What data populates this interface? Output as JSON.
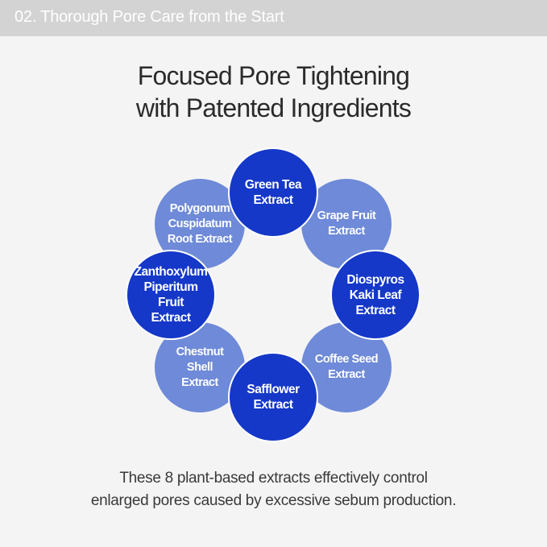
{
  "header": {
    "text": "02. Thorough Pore Care from the Start"
  },
  "title": {
    "line1": "Focused Pore Tightening",
    "line2": "with Patented Ingredients"
  },
  "ingredients": [
    {
      "label": "Green Tea\nExtract"
    },
    {
      "label": "Grape Fruit\nExtract"
    },
    {
      "label": "Diospyros\nKaki Leaf\nExtract"
    },
    {
      "label": "Coffee Seed\nExtract"
    },
    {
      "label": "Safflower\nExtract"
    },
    {
      "label": "Chestnut\nShell\nExtract"
    },
    {
      "label": "Zanthoxylum\nPiperitum Fruit\nExtract"
    },
    {
      "label": "Polygonum\nCuspidatum\nRoot Extract"
    }
  ],
  "caption": {
    "line1": "These 8 plant-based extracts effectively control",
    "line2": "enlarged pores caused by excessive sebum production."
  },
  "colors": {
    "dark_circle": "#1538c8",
    "light_circle": "#6e8ad8",
    "header_bar": "#d3d3d3"
  }
}
